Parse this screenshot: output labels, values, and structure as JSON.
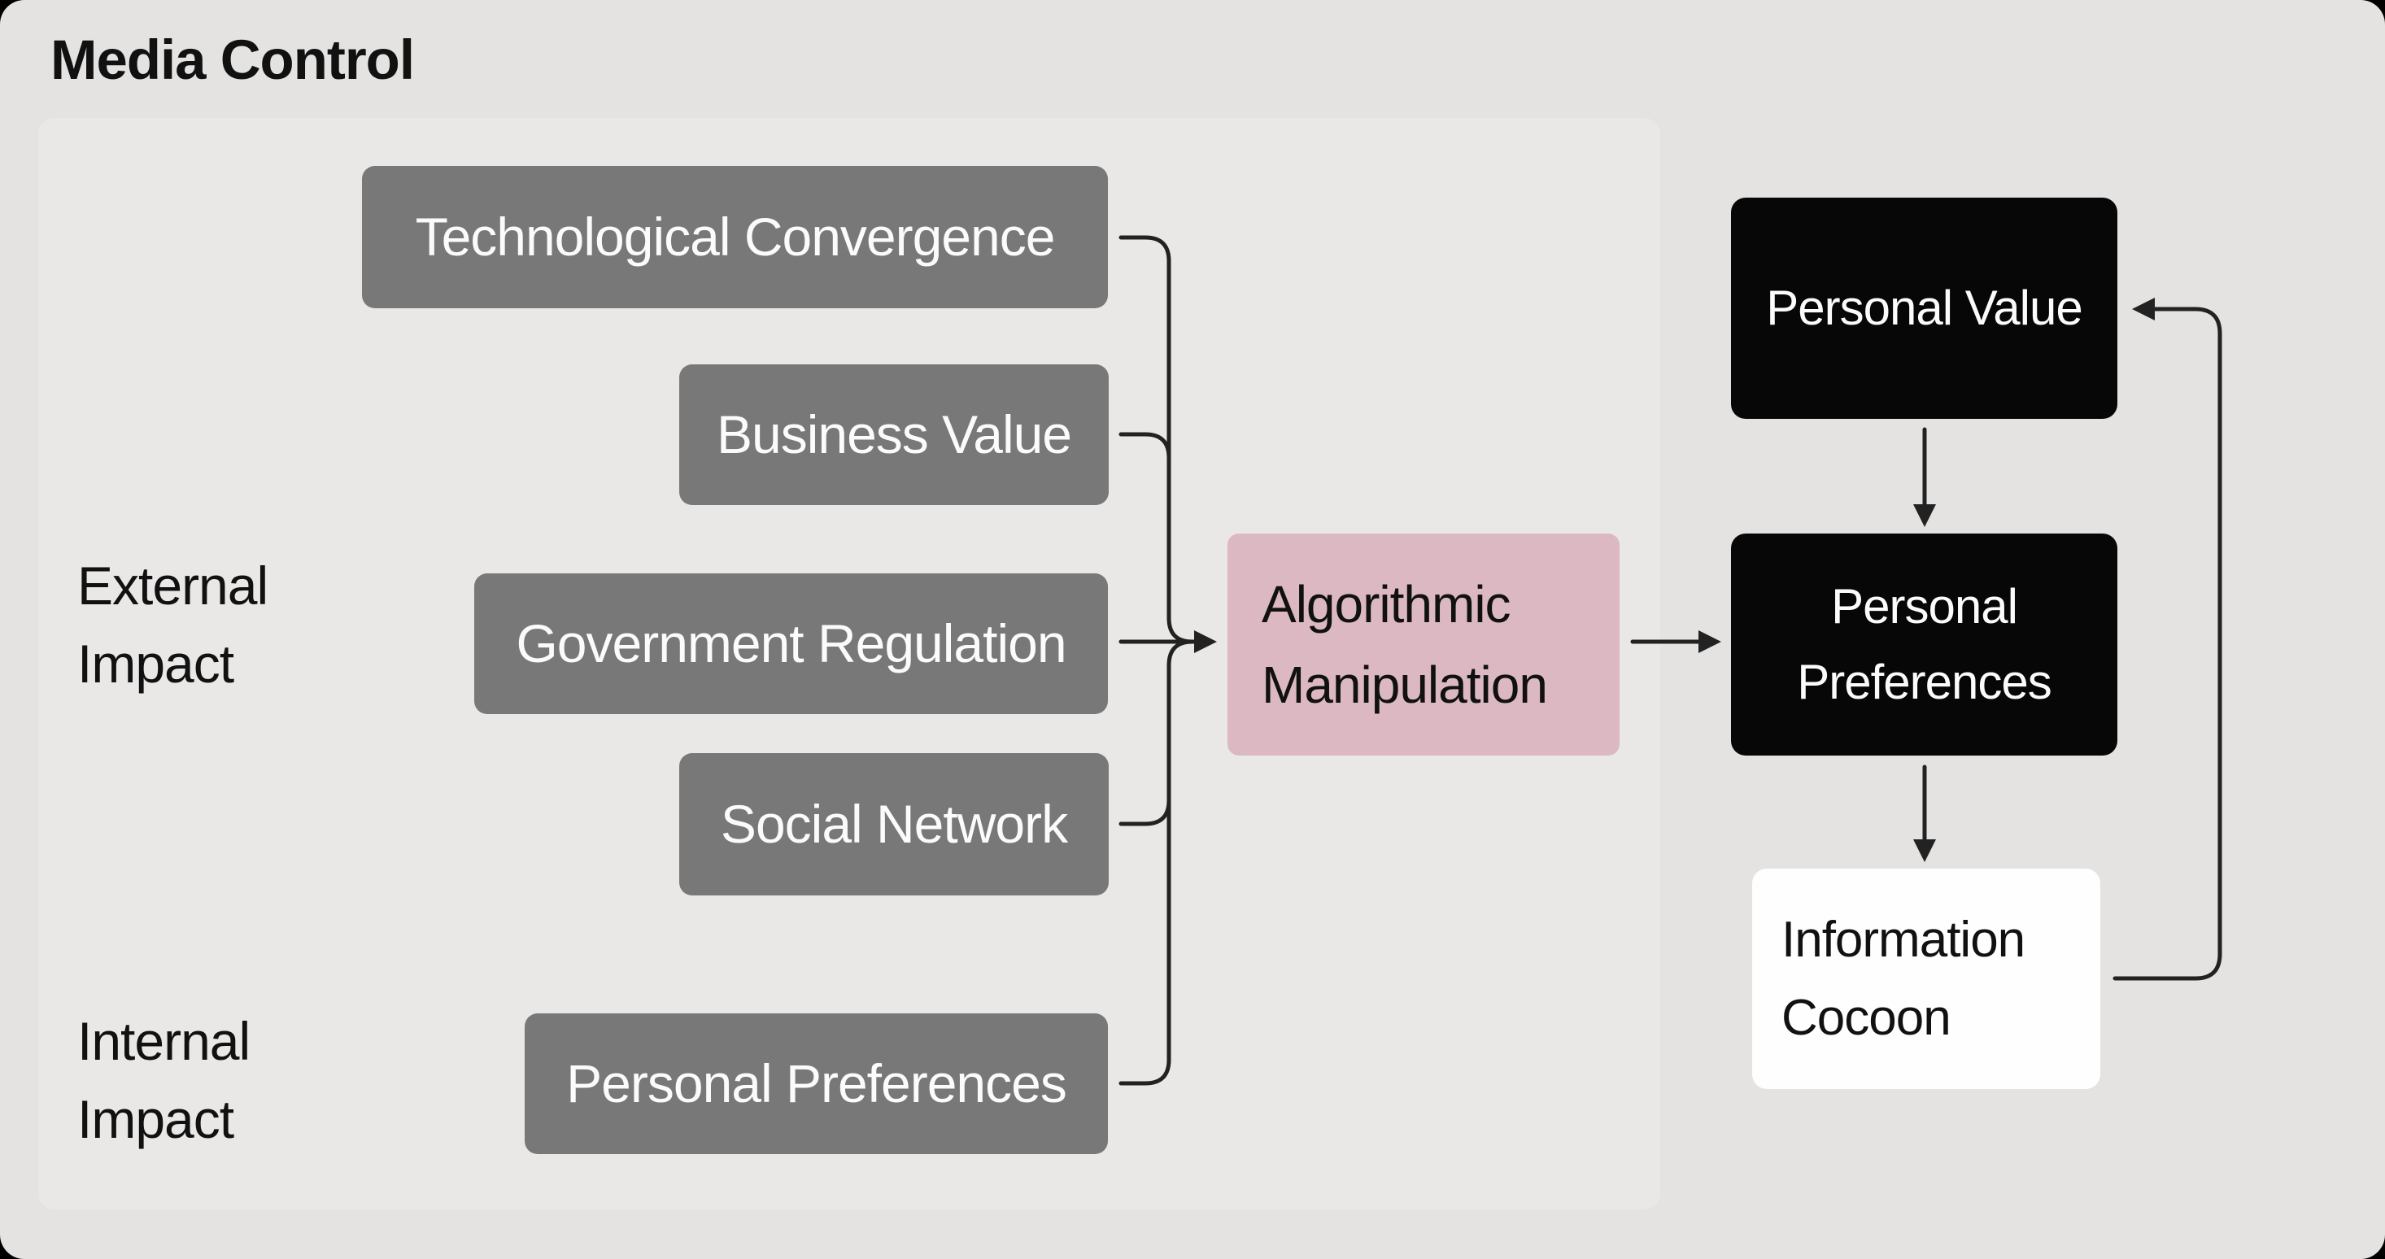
{
  "title": "Media Control",
  "section_labels": {
    "external": "External Impact",
    "internal": "Internal Impact"
  },
  "factor_nodes": [
    {
      "key": "technological-convergence",
      "label": "Technological Convergence"
    },
    {
      "key": "business-value",
      "label": "Business Value"
    },
    {
      "key": "government-regulation",
      "label": "Government Regulation"
    },
    {
      "key": "social-network",
      "label": "Social Network"
    },
    {
      "key": "personal-preferences",
      "label": "Personal Preferences"
    }
  ],
  "process_node": {
    "label": "Algorithmic Manipulation"
  },
  "outcome_nodes": {
    "personal_value": {
      "label": "Personal Value"
    },
    "personal_preferences": {
      "label": "Personal Preferences"
    },
    "information_cocoon": {
      "label": "Information Cocoon"
    }
  },
  "flow": [
    "Technological Convergence → Algorithmic Manipulation",
    "Business Value → Algorithmic Manipulation",
    "Government Regulation → Algorithmic Manipulation",
    "Social Network → Algorithmic Manipulation",
    "Personal Preferences → Algorithmic Manipulation",
    "Algorithmic Manipulation → Personal Preferences",
    "Personal Value → Personal Preferences",
    "Personal Preferences → Information Cocoon",
    "Information Cocoon → Personal Value"
  ],
  "colors": {
    "canvas_bg": "#e4e3e2",
    "panel_bg": "#e9e8e7",
    "factor_bg": "#787878",
    "factor_text": "#fbfbfb",
    "process_bg": "#dcb9c2",
    "outcome_bg": "#070707",
    "outcome_text": "#fbfbfb",
    "cocoon_bg": "#fefefe",
    "text_dark": "#111111",
    "connector": "#222222"
  }
}
